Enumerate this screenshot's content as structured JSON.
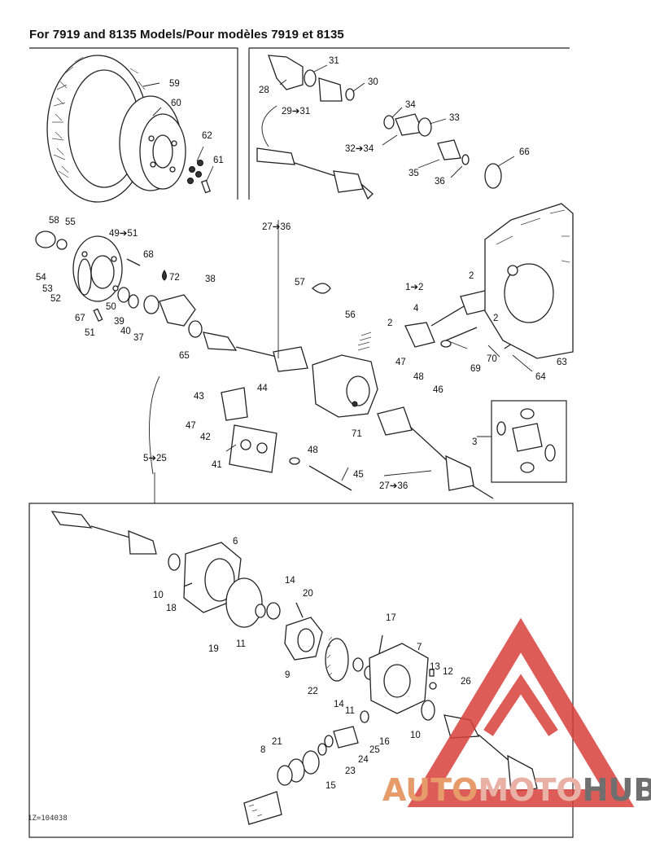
{
  "title": "For 7919 and 8135 Models/Pour modèles 7919 et 8135",
  "drawing_code": "1Z=104038",
  "watermark": {
    "part1": "AUTO",
    "part2": "MOTO",
    "part3": "HUB",
    "logo_color": "#d9403a"
  },
  "callouts": {
    "c59": "59",
    "c60": "60",
    "c62": "62",
    "c61": "61",
    "c31": "31",
    "c28": "28",
    "c30": "30",
    "c29_31": "29➔31",
    "c34": "34",
    "c33": "33",
    "c32_34": "32➔34",
    "c35": "35",
    "c36": "36",
    "c66": "66",
    "c27_36_top": "27➔36",
    "c58": "58",
    "c55": "55",
    "c49_51": "49➔51",
    "c54": "54",
    "c53": "53",
    "c52": "52",
    "c68": "68",
    "c72": "72",
    "c38": "38",
    "c67": "67",
    "c50": "50",
    "c39": "39",
    "c40": "40",
    "c37": "37",
    "c51": "51",
    "c65": "65",
    "c57": "57",
    "c56": "56",
    "c1_2": "1➔2",
    "c2_a": "2",
    "c4": "4",
    "c2_b": "2",
    "c2_c": "2",
    "c47_a": "47",
    "c70": "70",
    "c69": "69",
    "c63": "63",
    "c64": "64",
    "c43": "43",
    "c44": "44",
    "c48_a": "48",
    "c46": "46",
    "c47_b": "47",
    "c42": "42",
    "c71": "71",
    "c3": "3",
    "c5_25": "5➔25",
    "c41": "41",
    "c48_b": "48",
    "c45": "45",
    "c27_36_bot": "27➔36",
    "c6": "6",
    "c10_a": "10",
    "c18": "18",
    "c14_a": "14",
    "c20": "20",
    "c19": "19",
    "c11_a": "11",
    "c17": "17",
    "c7": "7",
    "c9": "9",
    "c22": "22",
    "c13": "13",
    "c12": "12",
    "c26": "26",
    "c14_b": "14",
    "c11_b": "11",
    "c10_b": "10",
    "c16": "16",
    "c25": "25",
    "c24": "24",
    "c23": "23",
    "c21": "21",
    "c8": "8",
    "c15": "15"
  }
}
